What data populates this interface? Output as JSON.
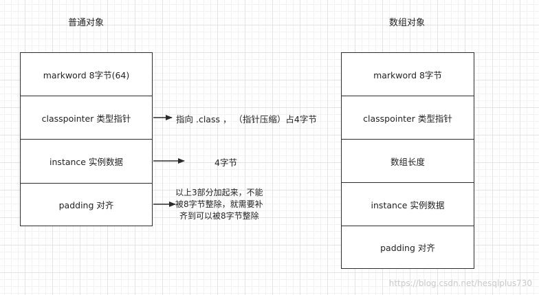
{
  "left": {
    "title": "普通对象",
    "rows": [
      "markword  8字节(64)",
      "classpointer 类型指针",
      "instance 实例数据",
      "padding 对齐"
    ]
  },
  "right": {
    "title": "数组对象",
    "rows": [
      "markword  8字节",
      "classpointer 类型指针",
      "数组长度",
      "instance 实例数据",
      "padding 对齐"
    ]
  },
  "annotations": {
    "classpointer_note": "指向 .class ， （指针压缩）占4字节",
    "instance_note": "4字节",
    "padding_note_lines": [
      "以上3部分加起来，不能",
      "被8字节整除，就需要补",
      "齐到可以被8字节整除"
    ]
  },
  "watermark": "https://blog.csdn.net/hesqlplus730"
}
